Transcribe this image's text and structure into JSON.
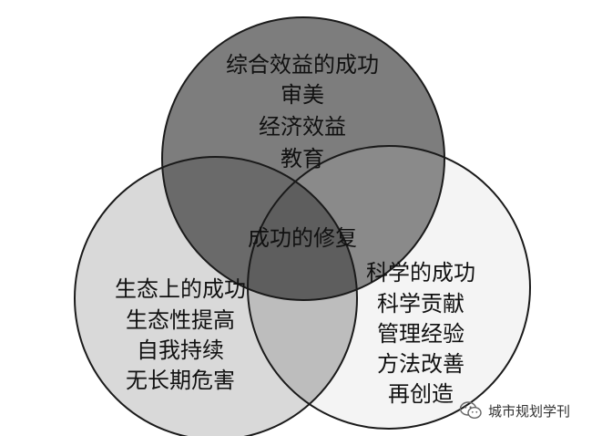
{
  "diagram": {
    "colors": {
      "top_circle": "#7d7d7d",
      "left_circle": "#d9d9d9",
      "right_circle": "#f4f4f4",
      "overlap_top_left": "#6a6a6a",
      "overlap_top_right": "#8a8a8a",
      "overlap_center": "#5e5e5e",
      "overlap_left_right": "#bdbdbd",
      "stroke": "#1a1a1a"
    },
    "top_circle": {
      "lines": [
        "综合效益的成功",
        "审美",
        "经济效益",
        "教育"
      ]
    },
    "left_circle": {
      "lines": [
        "生态上的成功",
        "生态性提高",
        "自我持续",
        "无长期危害"
      ]
    },
    "right_circle": {
      "lines": [
        "科学的成功",
        "科学贡献",
        "管理经验",
        "方法改善",
        "再创造"
      ]
    },
    "center": {
      "label": "成功的修复"
    }
  },
  "watermark": {
    "icon": "wechat-icon",
    "text": "城市规划学刊"
  }
}
